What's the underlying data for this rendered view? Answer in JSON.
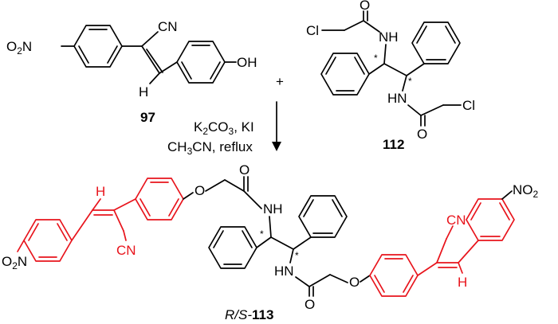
{
  "scheme": {
    "reagents_line1": "K2CO3, KI",
    "reagents_line2": "CH3CN, reflux",
    "plus": "+"
  },
  "compound_97": {
    "label": "97",
    "groups": {
      "nitro": "O2N",
      "nitrile": "CN",
      "hydrogen": "H",
      "hydroxyl": "OH"
    }
  },
  "compound_112": {
    "label": "112",
    "groups": {
      "cl_top": "Cl",
      "o_top": "O",
      "nh_top": "NH",
      "star": "*",
      "hn_bottom": "HN",
      "o_bottom": "O",
      "cl_bottom": "Cl"
    }
  },
  "product_113": {
    "label_prefix": "R/S-",
    "label_number": "113",
    "groups": {
      "hydrogen_left": "H",
      "nitrile_left": "CN",
      "nitro_left": "O2N",
      "o_ether_left": "O",
      "o_carbonyl_top": "O",
      "nh": "NH",
      "hn": "HN",
      "o_carbonyl_bottom": "O",
      "o_ether_right": "O",
      "nitrile_right": "CN",
      "nitro_right": "NO2",
      "hydrogen_right": "H",
      "star": "*"
    }
  },
  "colors": {
    "highlight": "#e8141c",
    "bonds": "#000000"
  }
}
